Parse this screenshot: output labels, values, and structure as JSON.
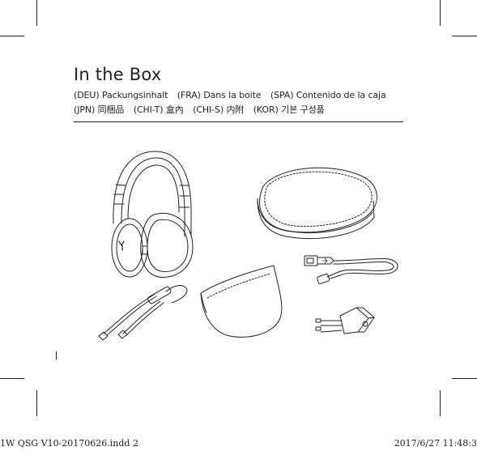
{
  "page": {
    "title": "In the Box",
    "translations_line1": [
      "(DEU) Packungsinhalt",
      "(FRA) Dans la boite",
      "(SPA) Contenido de la caja"
    ],
    "translations_line2": [
      "(JPN) 同梱品",
      "(CHI-T) 盒內",
      "(CHI-S) 内附",
      "(KOR) 기본 구성품"
    ]
  },
  "items": [
    {
      "icon": "headphones-icon"
    },
    {
      "icon": "carrying-case-icon"
    },
    {
      "icon": "usb-charging-cable-icon"
    },
    {
      "icon": "audio-cable-with-remote-icon"
    },
    {
      "icon": "pouch-icon"
    },
    {
      "icon": "airplane-adapter-icon"
    }
  ],
  "footer": {
    "file": "1W QSG  V10-20170626.indd   2",
    "timestamp": "2017/6/27   11:48:3"
  },
  "colors": {
    "ink": "#231f20",
    "paper": "#ffffff"
  }
}
